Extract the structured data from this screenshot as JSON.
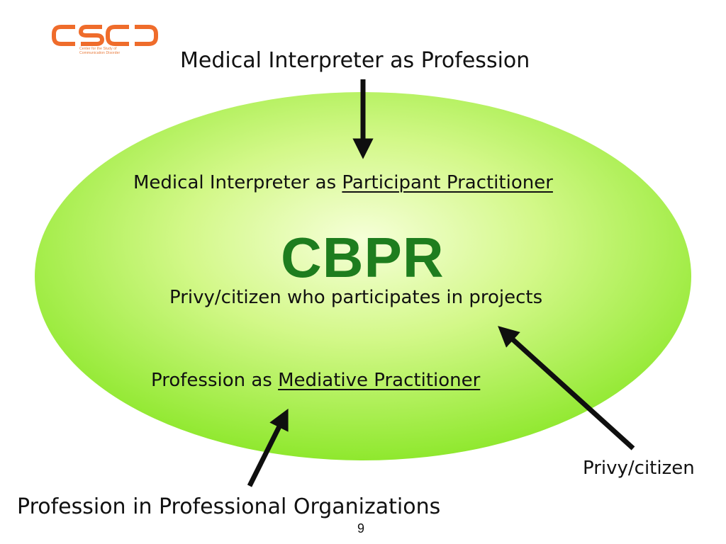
{
  "logo": {
    "name": "csco-logo-icon",
    "color": "#ef6c2b",
    "caption_lines": [
      "Center for the Study of",
      "Communication Disorder"
    ]
  },
  "colors": {
    "ellipse_center": "#f6ffd8",
    "ellipse_mid": "#c8f66a",
    "ellipse_edge": "#8fe82e",
    "cbpr_text": "#1e7d1e",
    "arrow": "#0f0f0f"
  },
  "diagram": {
    "top_heading": "Medical Interpreter as Profession",
    "participant_line": {
      "prefix": "Medical Interpreter as ",
      "underlined": "Participant Practitioner"
    },
    "center_title": "CBPR",
    "privy_line": "Privy/citizen who participates in projects",
    "mediative_line": {
      "prefix": "Profession as ",
      "underlined": "Mediative Practitioner"
    },
    "bottom_right_label": "Privy/citizen",
    "bottom_left_label": "Profession in Professional Organizations"
  },
  "page_number": "9"
}
